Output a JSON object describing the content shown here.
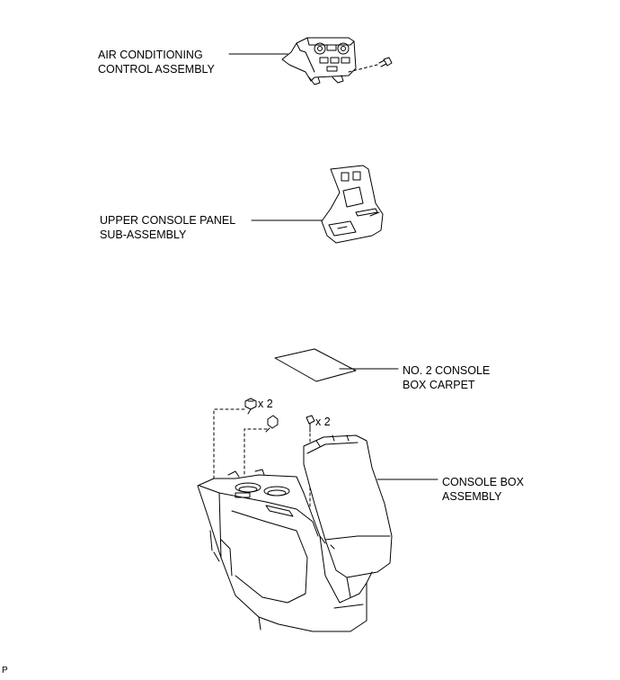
{
  "parts": {
    "ac_control": {
      "line1": "AIR CONDITIONING",
      "line2": "CONTROL ASSEMBLY",
      "icon": "ac-control-panel-illustration"
    },
    "upper_panel": {
      "line1": "UPPER CONSOLE PANEL",
      "line2": "SUB-ASSEMBLY",
      "icon": "console-panel-illustration"
    },
    "carpet": {
      "line1": "NO. 2 CONSOLE",
      "line2": "BOX CARPET",
      "icon": "carpet-pad-illustration"
    },
    "console_box": {
      "line1": "CONSOLE BOX",
      "line2": "ASSEMBLY",
      "icon": "console-box-illustration"
    }
  },
  "fasteners": {
    "clip_qty": "x 2",
    "bolt_qty": "x 2"
  },
  "footer_code": "P"
}
